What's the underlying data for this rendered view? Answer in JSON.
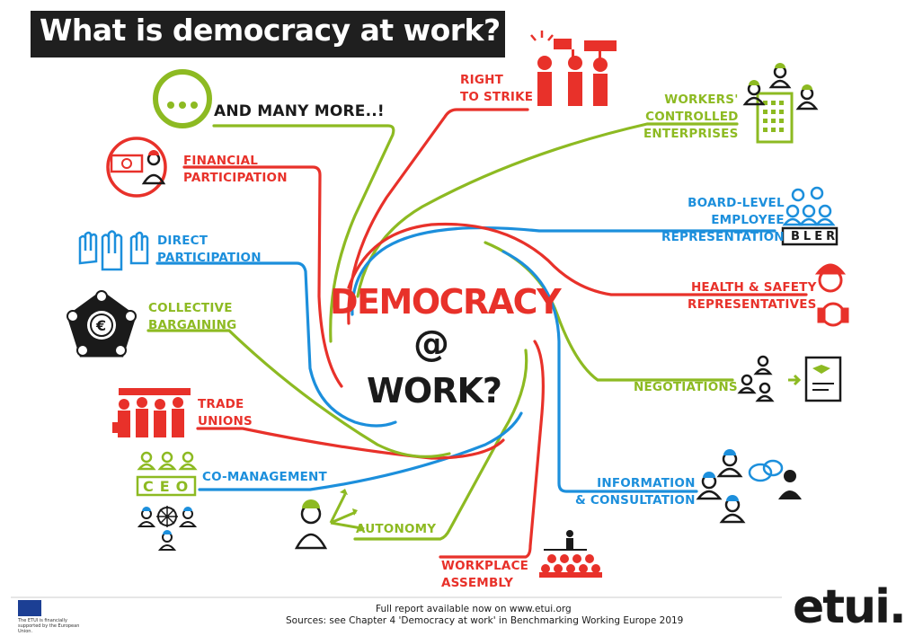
{
  "title": "What is democracy at work?",
  "center": {
    "word1": "DEMOCRACY",
    "at": "@",
    "word2": "WORK?"
  },
  "items": {
    "many_more": "AND MANY MORE..!",
    "right_to_strike": [
      "RIGHT",
      "TO STRIKE"
    ],
    "workers_controlled": [
      "WORKERS'",
      "CONTROLLED",
      "ENTERPRISES"
    ],
    "board_level": [
      "BOARD-LEVEL",
      "EMPLOYEE",
      "REPRESENTATION"
    ],
    "bler_badge": "BLER",
    "health_safety": [
      "HEALTH & SAFETY",
      "REPRESENTATIVES"
    ],
    "negotiations": "NEGOTIATIONS",
    "information": [
      "INFORMATION",
      "& CONSULTATION"
    ],
    "workplace_assembly": [
      "WORKPLACE",
      "ASSEMBLY"
    ],
    "autonomy": "AUTONOMY",
    "co_management": "CO-MANAGEMENT",
    "ceo_badge": "CEO",
    "trade_unions": [
      "TRADE",
      "UNIONS"
    ],
    "collective_bargaining": [
      "COLLECTIVE",
      "BARGAINING"
    ],
    "direct_participation": [
      "DIRECT",
      "PARTICIPATION"
    ],
    "financial_participation": [
      "FINANCIAL",
      "PARTICIPATION"
    ],
    "dots": "..."
  },
  "footer": {
    "line1": "Full report available now on www.etui.org",
    "line2": "Sources: see Chapter 4 'Democracy at work' in Benchmarking Working Europe 2019",
    "logo": "etui.",
    "eu_note": "The ETUI is financially supported by the European Union."
  },
  "colors": {
    "red": "#e8312a",
    "green": "#8dba22",
    "blue": "#1c8fdc",
    "dark": "#1a1a1a"
  }
}
